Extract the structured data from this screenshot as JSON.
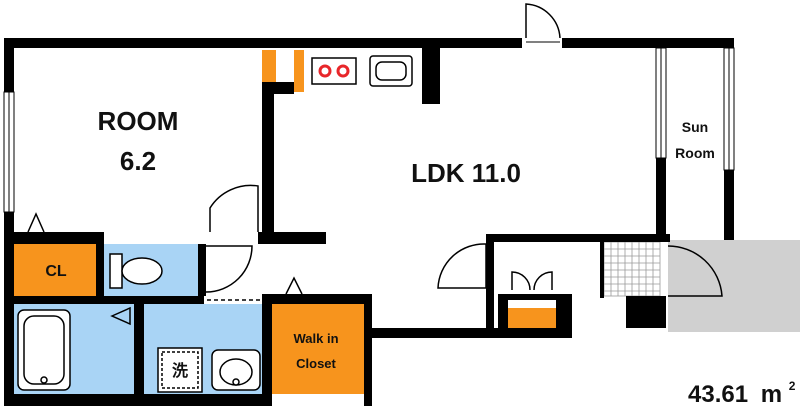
{
  "rooms": {
    "room_label": "ROOM",
    "room_size": "6.2",
    "ldk_label": "LDK 11.0",
    "sun_room_line1": "Sun",
    "sun_room_line2": "Room",
    "closet_label": "CL",
    "walk_in_line1": "Walk in",
    "walk_in_line2": "Closet",
    "laundry_glyph": "洗"
  },
  "area": {
    "value": "43.61",
    "unit": "m",
    "unit_exponent": "2"
  },
  "colors": {
    "wall": "#000000",
    "storage_orange": "#f7941d",
    "wet_area_blue": "#a9d4f5",
    "balcony_gray": "#d0d0d0",
    "stove_red": "#e8262a"
  }
}
